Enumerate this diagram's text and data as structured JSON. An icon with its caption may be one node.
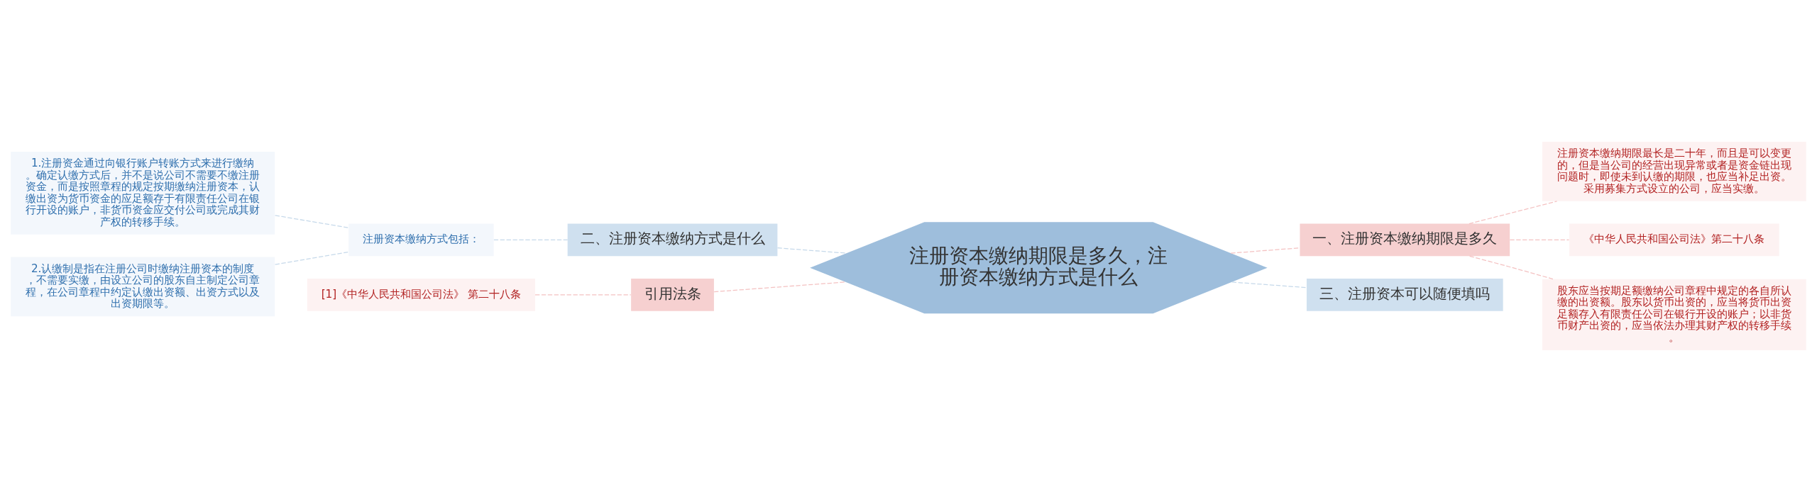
{
  "diagram": {
    "nodes": [
      {
        "text": [
          "注册资本缴纳期限是多久，注册资本缴纳方式是什么"
        ]
      },
      {
        "text": [
          "一、注册资本缴纳期限是多久"
        ]
      },
      {
        "text": [
          "注册资本缴纳期限最长是二十年，而且是可以变更的，但是当公司的经营出现异常或者是资金链出现问题时，即使未到认缴的期限，也应当补足出资。采用募集方式设立的公司，应当实缴。"
        ]
      },
      {
        "text": [
          "《中华人民共和国公司法》第二十八条"
        ]
      },
      {
        "text": [
          "股东应当按期足额缴纳公司章程中规定的各自所认缴的出资额。股东以货币出资的，应当将货币出资足额存入有限责任公司在银行开设的账户；以非货币财产出资的，应当依法办理其财产权的转移手续。"
        ]
      },
      {
        "text": [
          "三、注册资本可以随便填吗"
        ]
      },
      {
        "text": [
          "二、注册资本缴纳方式是什么"
        ]
      },
      {
        "text": [
          "注册资本缴纳方式包括："
        ]
      },
      {
        "text": [
          "1.注册资金通过向银行账户转账方式来进行缴纳。确定认缴方式后，并不是说公司不需要不缴注册资金，而是按照章程的规定按期缴纳注册资本，认缴出资为货币资金的应足额存于有限责任公司在银行开设的账户，非货币资金应交付公司或完成其财产权的转移手续。"
        ]
      },
      {
        "text": [
          "2.认缴制是指在注册公司时缴纳注册资本的制度，不需要实缴，由设立公司的股东自主制定公司章程，在公司章程中约定认缴出资额、出资方式以及出资期限等。"
        ]
      },
      {
        "text": [
          "引用法条"
        ]
      },
      {
        "text": [
          "[1]《中华人民共和国公司法》 第二十八条"
        ]
      }
    ],
    "edges": [
      {
        "from": 0,
        "to": 1,
        "arrow": "none",
        "style": "dashed"
      },
      {
        "from": 1,
        "to": 2,
        "arrow": "none",
        "style": "dashed"
      },
      {
        "from": 1,
        "to": 3,
        "arrow": "none",
        "style": "dashed"
      },
      {
        "from": 1,
        "to": 4,
        "arrow": "none",
        "style": "dashed"
      },
      {
        "from": 0,
        "to": 5,
        "arrow": "none",
        "style": "dashed",
        "color": "#c6d9ea"
      },
      {
        "from": 0,
        "to": 6,
        "arrow": "none",
        "style": "dashed",
        "color": "#c6d9ea"
      },
      {
        "from": 6,
        "to": 7,
        "arrow": "none",
        "style": "dashed",
        "color": "#c6d9ea"
      },
      {
        "from": 7,
        "to": 8,
        "arrow": "none",
        "style": "dashed",
        "color": "#c6d9ea"
      },
      {
        "from": 7,
        "to": 9,
        "arrow": "none",
        "style": "dashed",
        "color": "#c6d9ea"
      },
      {
        "from": 0,
        "to": 10,
        "arrow": "none",
        "style": "dashed"
      },
      {
        "from": 10,
        "to": 11,
        "arrow": "none",
        "style": "dashed"
      }
    ]
  }
}
